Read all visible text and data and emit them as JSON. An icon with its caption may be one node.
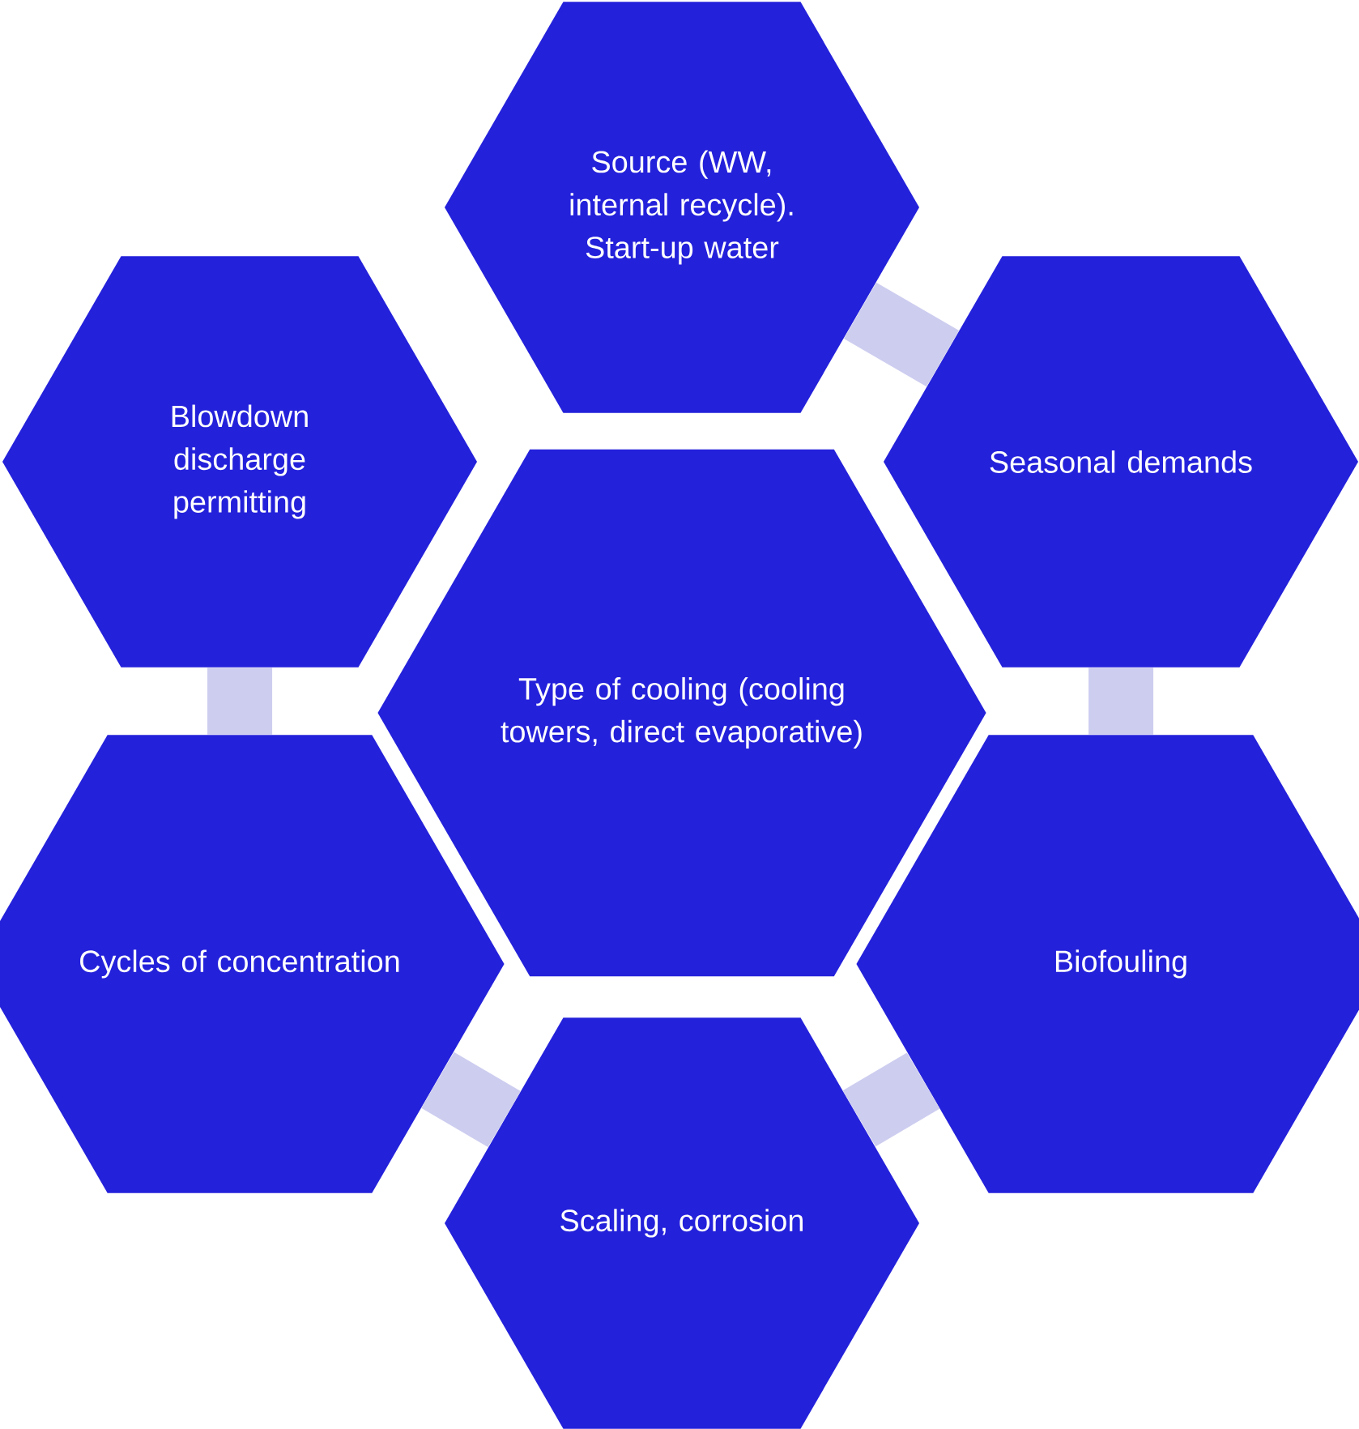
{
  "diagram": {
    "nodes": [
      {
        "text": [
          "Source (WW, internal recycle). Start-up water"
        ]
      },
      {
        "text": [
          "Blowdown discharge permitting"
        ]
      },
      {
        "text": [
          "Seasonal demands"
        ]
      },
      {
        "text": [
          "Type of cooling (cooling towers, direct evaporative)"
        ]
      },
      {
        "text": [
          "Cycles of concentration"
        ]
      },
      {
        "text": [
          "Biofouling"
        ]
      },
      {
        "text": [
          "Scaling, corrosion"
        ]
      }
    ],
    "edges": [
      {
        "from": 0,
        "to": 2,
        "arrow": "none"
      },
      {
        "from": 2,
        "to": 5,
        "arrow": "none"
      },
      {
        "from": 5,
        "to": 6,
        "arrow": "none"
      },
      {
        "from": 6,
        "to": 4,
        "arrow": "none"
      },
      {
        "from": 4,
        "to": 1,
        "arrow": "none"
      }
    ]
  }
}
